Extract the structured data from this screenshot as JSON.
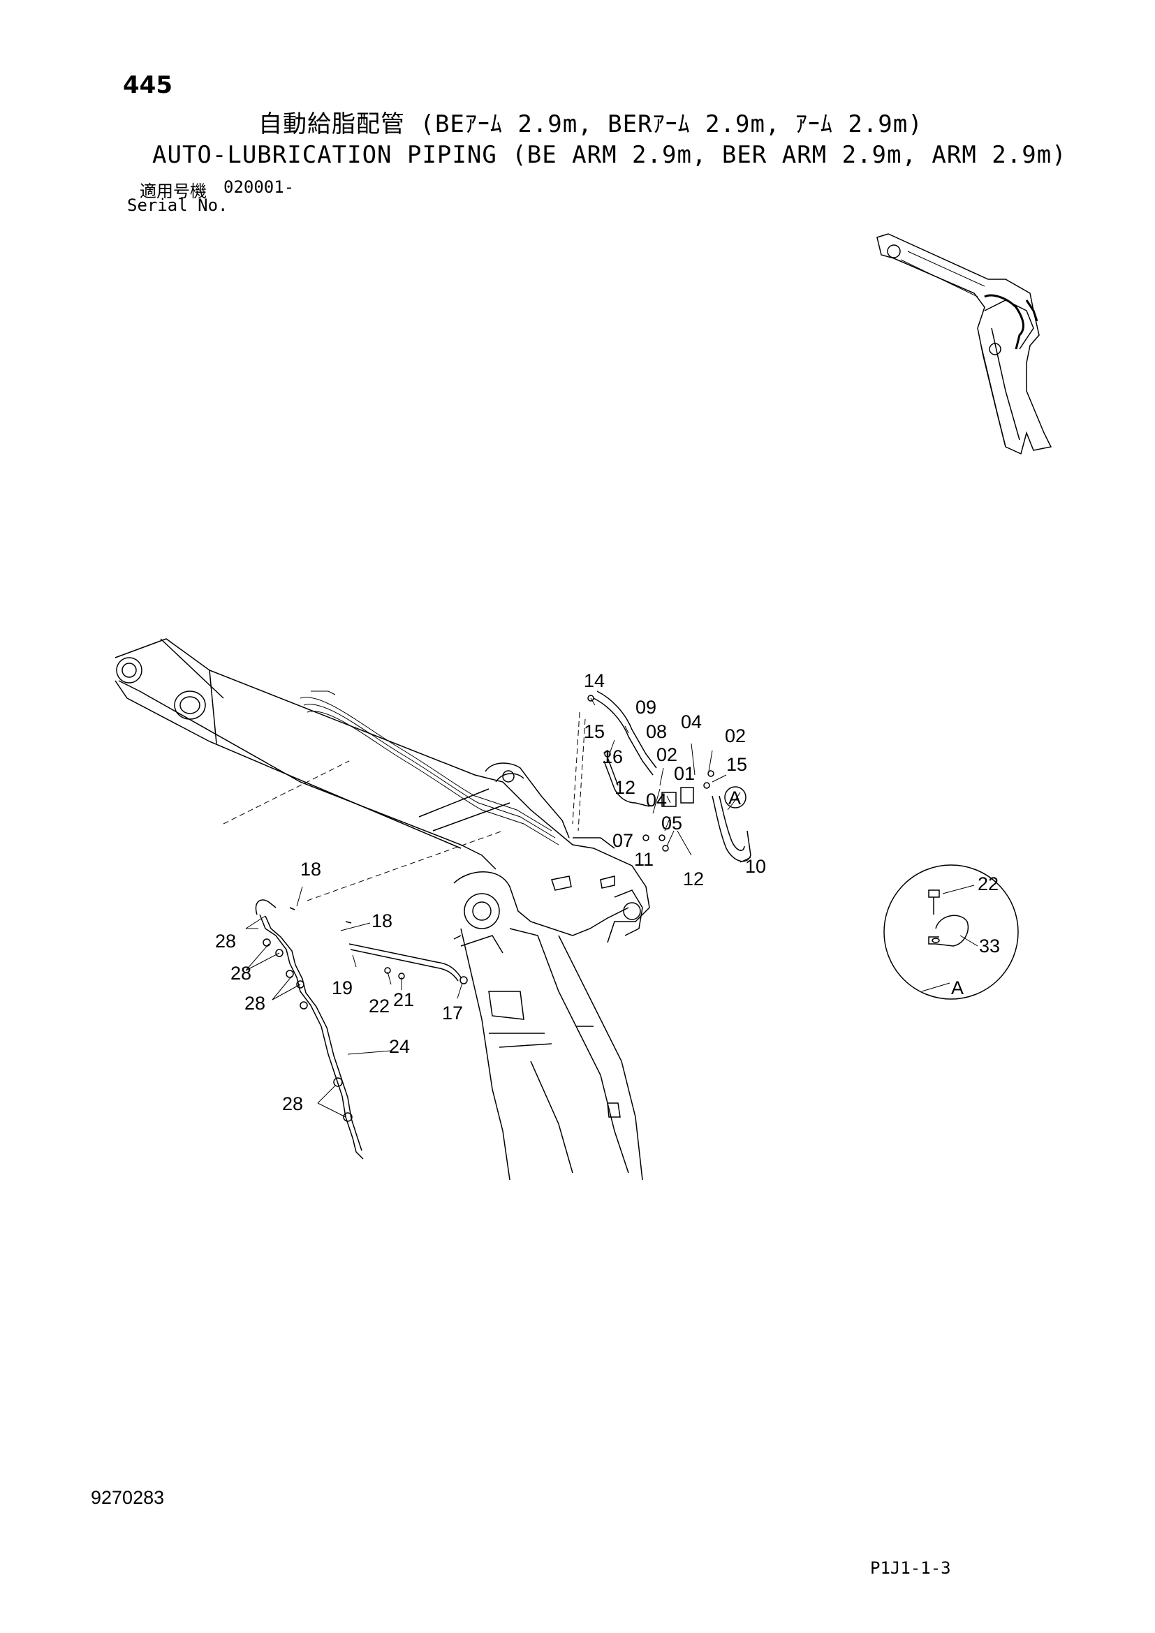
{
  "header": {
    "page_number": "445",
    "title_jp": "自動給脂配管 (BEｱｰﾑ 2.9m, BERｱｰﾑ 2.9m, ｱｰﾑ 2.9m)",
    "title_en": "AUTO-LUBRICATION PIPING (BE ARM 2.9m, BER ARM 2.9m, ARM 2.9m)",
    "serial_label_jp": "適用号機",
    "serial_value": "020001-",
    "serial_label_en": "Serial No."
  },
  "callouts": {
    "c14": "14",
    "c09": "09",
    "c15a": "15",
    "c08": "08",
    "c04a": "04",
    "c02a": "02",
    "c16": "16",
    "c02b": "02",
    "c15b": "15",
    "c12a": "12",
    "c01": "01",
    "c04b": "04",
    "c07": "07",
    "c05": "05",
    "c11": "11",
    "c12b": "12",
    "c10": "10",
    "cA": "A",
    "c18a": "18",
    "c18b": "18",
    "c28a": "28",
    "c28b": "28",
    "c28c": "28",
    "c19": "19",
    "c22": "22",
    "c21": "21",
    "c17": "17",
    "c24": "24",
    "c28d": "28"
  },
  "detail_a": {
    "c22": "22",
    "c33": "33",
    "label": "A"
  },
  "footer": {
    "doc_number": "9270283",
    "page_code": "P1J1-1-3"
  }
}
